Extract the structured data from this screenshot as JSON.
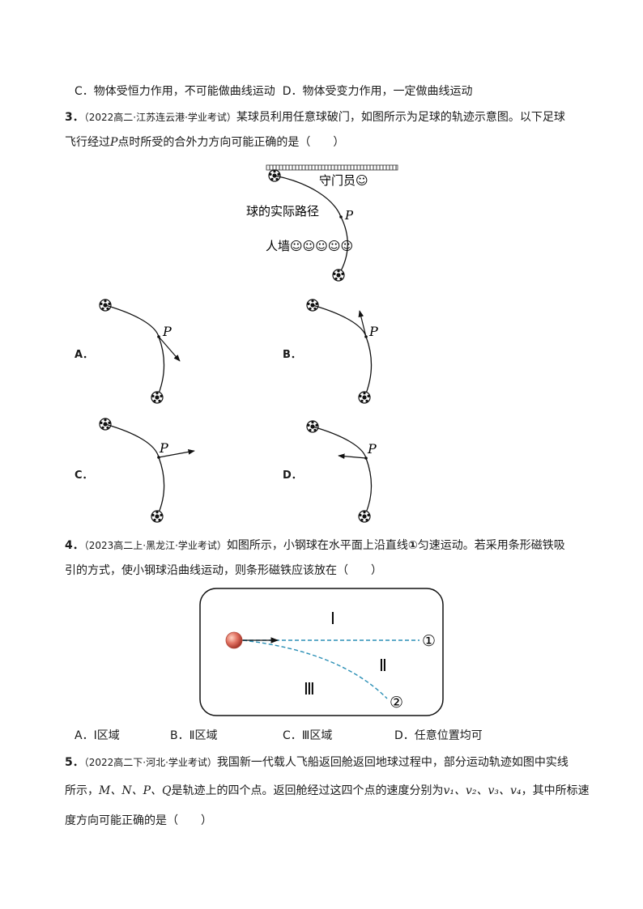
{
  "q2": {
    "optC": "C．物体受恒力作用，不可能做曲线运动",
    "optD": "D．物体受变力作用，一定做曲线运动"
  },
  "q3": {
    "num": "3．",
    "src": "（2022高二·江苏连云港·学业考试）",
    "text1": "某球员利用任意球破门，如图所示为足球的轨迹示意图。以下足球",
    "text2a": "飞行经过",
    "p": "P",
    "text2b": "点时所受的合外力方向可能正确的是（　　）",
    "fig": {
      "goalkeeper": "守门员☺",
      "path": "球的实际路径",
      "wall": "人墙☺☺☺☺☺",
      "point": "P"
    },
    "options": [
      "A．",
      "B．",
      "C．",
      "D．"
    ]
  },
  "q4": {
    "num": "4．",
    "src": "（2023高二上·黑龙江·学业考试）",
    "text1a": "如图所示，小钢球在水平面上沿直线",
    "c1": "①",
    "text1b": "匀速运动。若采用条形磁铁吸",
    "text2": "引的方式，使小钢球沿曲线运动，则条形磁铁应该放在（　　）",
    "fig": {
      "r1": "Ⅰ",
      "r2": "Ⅱ",
      "r3": "Ⅲ",
      "l1": "①",
      "l2": "②"
    },
    "answers": [
      "A．Ⅰ区域",
      "B．Ⅱ区域",
      "C．Ⅲ区域",
      "D．任意位置均可"
    ]
  },
  "q5": {
    "num": "5．",
    "src": "（2022高二下·河北·学业考试）",
    "text1": "我国新一代载人飞船返回舱返回地球过程中，部分运动轨迹如图中实线",
    "text2a": "所示，",
    "pts": "M、N、P、Q",
    "text2b": "是轨迹上的四个点。返回舱经过这四个点的速度分别为",
    "v": "v₁、v₂、v₃、v₄",
    "text2c": "，其中所标速",
    "text3": "度方向可能正确的是（　　）"
  }
}
